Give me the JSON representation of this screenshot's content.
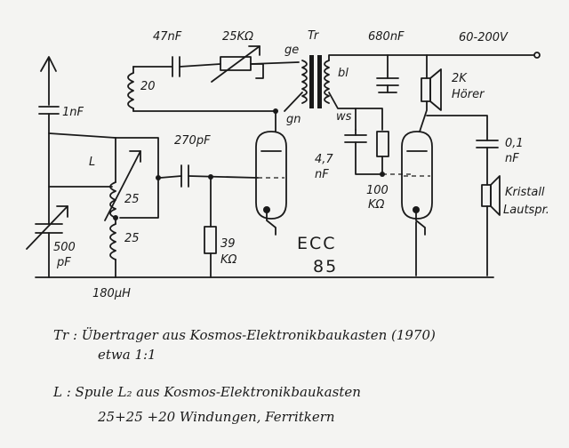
{
  "labels": {
    "cap_47nf": "47nF",
    "pot_25k": "25KΩ",
    "tr": "Tr",
    "cap_680nf": "680nF",
    "voltage": "60-200V",
    "coil_20": "20",
    "ge": "ge",
    "bl": "bl",
    "gn": "gn",
    "ws": "ws",
    "headphone_ohm": "2K",
    "headphone_name": "Hörer",
    "cap_1nf": "1nF",
    "cap_270pf": "270pF",
    "coil_l": "L",
    "coil_25a": "25",
    "coil_25b": "25",
    "cap_01_val": "0,1",
    "cap_01_unit": "nF",
    "cap_47_val": "4,7",
    "cap_47_unit": "nF",
    "res_100k_val": "100",
    "res_100k_unit": "KΩ",
    "cap_500_val": "500",
    "cap_500_unit": "pF",
    "res_39k_val": "39",
    "res_39k_unit": "KΩ",
    "speaker_1": "Kristall",
    "speaker_2": "Lautspr.",
    "tube_1": "ECC",
    "tube_2": "85",
    "coil_180": "180µH"
  },
  "notes": {
    "tr_line1": "Tr : Übertrager aus Kosmos-Elektronikbaukasten (1970)",
    "tr_line2": "etwa 1:1",
    "l_line1": "L : Spule L₂ aus Kosmos-Elektronikbaukasten",
    "l_line2": "25+25 +20 Windungen, Ferritkern"
  }
}
